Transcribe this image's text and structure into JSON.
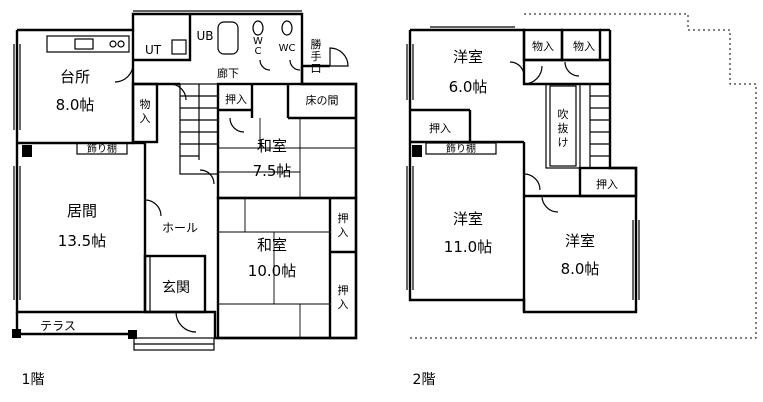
{
  "floor1": {
    "caption": "1階",
    "kitchen": {
      "name": "台所",
      "size": "8.0帖"
    },
    "ut": "UT",
    "ub": "UB",
    "wc1": [
      "W",
      "C"
    ],
    "wc2": "WC",
    "service_door": [
      "勝",
      "手",
      "口"
    ],
    "corridor": "廊下",
    "storage1": [
      "物",
      "入"
    ],
    "closet1": "押入",
    "tokonoma": "床の間",
    "washitsu1": {
      "name": "和室",
      "size": "7.5帖"
    },
    "shelf1": "飾り棚",
    "living": {
      "name": "居間",
      "size": "13.5帖"
    },
    "hall": "ホール",
    "washitsu2": {
      "name": "和室",
      "size": "10.0帖"
    },
    "closet2": [
      "押",
      "入"
    ],
    "closet3": [
      "押",
      "入"
    ],
    "entrance": "玄関",
    "terrace": "テラス"
  },
  "floor2": {
    "caption": "2階",
    "room1": {
      "name": "洋室",
      "size": "6.0帖"
    },
    "storage_a": "物入",
    "storage_b": "物入",
    "closet_a": "押入",
    "void": [
      "吹",
      "抜",
      "け"
    ],
    "shelf2": "飾り棚",
    "room2": {
      "name": "洋室",
      "size": "11.0帖"
    },
    "closet_b": "押入",
    "room3": {
      "name": "洋室",
      "size": "8.0帖"
    }
  }
}
